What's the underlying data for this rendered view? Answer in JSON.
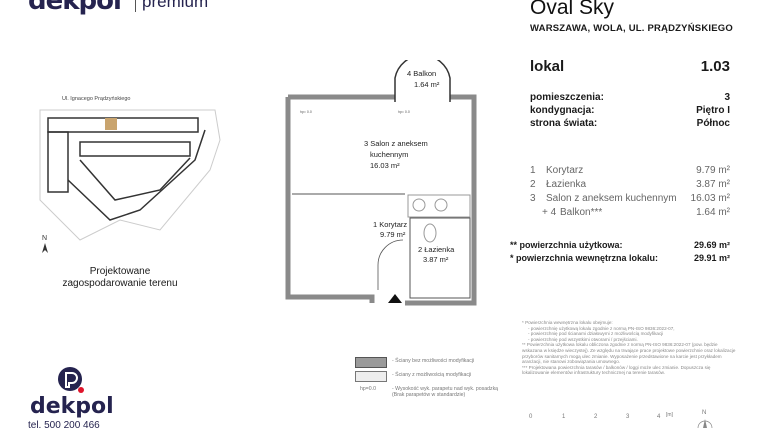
{
  "brand": {
    "name": "dekpol",
    "sub": "premium",
    "phone": "tel. 500 200 466"
  },
  "header": {
    "title": "Oval Sky",
    "address": "WARSZAWA, WOLA, UL. PRĄDZYŃSKIEGO"
  },
  "unit": {
    "label": "lokal",
    "number": "1.03"
  },
  "properties": [
    {
      "label": "pomieszczenia:",
      "value": "3"
    },
    {
      "label": "kondygnacja:",
      "value": "Piętro I"
    },
    {
      "label": "strona świata:",
      "value": "Północ"
    }
  ],
  "rooms": [
    {
      "no": "1",
      "name": "Korytarz",
      "area": "9.79 m²"
    },
    {
      "no": "2",
      "name": "Łazienka",
      "area": "3.87 m²"
    },
    {
      "no": "3",
      "name": "Salon z aneksem kuchennym",
      "area": "16.03 m²"
    },
    {
      "no": "+ 4",
      "name": "Balkon***",
      "area": "1.64 m²"
    }
  ],
  "totals": [
    {
      "label": "** powierzchnia użytkowa:",
      "value": "29.69 m²"
    },
    {
      "label": "* powierzchnia wewnętrzna lokalu:",
      "value": "29.91 m²"
    }
  ],
  "site": {
    "street": "Ul. Ignacego Prądzyńskiego",
    "caption_1": "Projektowane",
    "caption_2": "zagospodarowanie terenu",
    "accent": "#c9a46e"
  },
  "plan": {
    "balkon": "4  Balkon",
    "balkon_area": "1.64 m²",
    "salon_1": "3  Salon z aneksem",
    "salon_2": "kuchennym",
    "salon_area": "16.03 m²",
    "korytarz": "1  Korytarz",
    "korytarz_area": "9.79 m²",
    "lazienka": "2  Łazienka",
    "lazienka_area": "3.87 m²",
    "hp": "hp= 0.0"
  },
  "legend": {
    "fixed": "- Ściany bez możliwości modyfikacji",
    "modifiable": "- Ściany z możliwością modyfikacji",
    "hp": "hp=0.0",
    "hp_desc_1": "- Wysokość wyk. parapetu nad wyk. posadzką",
    "hp_desc_2": "(Brak parapetów w standardzie)"
  },
  "notes": [
    "* Powierzchnia wewnętrzna lokalu obejmuje:",
    "- powierzchnię użytkową lokalu zgodnie z normą PN-ISO 9836:2022-07,",
    "- powierzchnię pod ścianami działowymi z możliwością modyfikacji",
    "- powierzchnię pod wszystkimi otworami / przejściami.",
    "** Powierzchnia użytkowa lokalu obliczona zgodnie z normą PN-ISO 9836:2022-07 (pow. będzie wskazana w księdze wieczystej). Ze względu na trwające prace projektowe powierzchnie oraz lokalizacje przyborów sanitarnych mogą ulec zmianie. Wyposażenie przedstawione na karcie jest przykładem aranżacji, nie stanowi zobowiązania umownego.",
    "*** Projektowana powierzchnia tarasów / balkonów / loggi może ulec zmianie. Dopuszcza się lokalizowanie elementów infrastruktury technicznej na terenie tarasów."
  ],
  "scale": {
    "ticks": [
      "0",
      "1",
      "2",
      "3",
      "4"
    ],
    "unit": "[m]",
    "north": "N"
  },
  "colors": {
    "brand": "#25234f",
    "accent_dot": "#e0142b",
    "wall": "#9a9a9a"
  }
}
